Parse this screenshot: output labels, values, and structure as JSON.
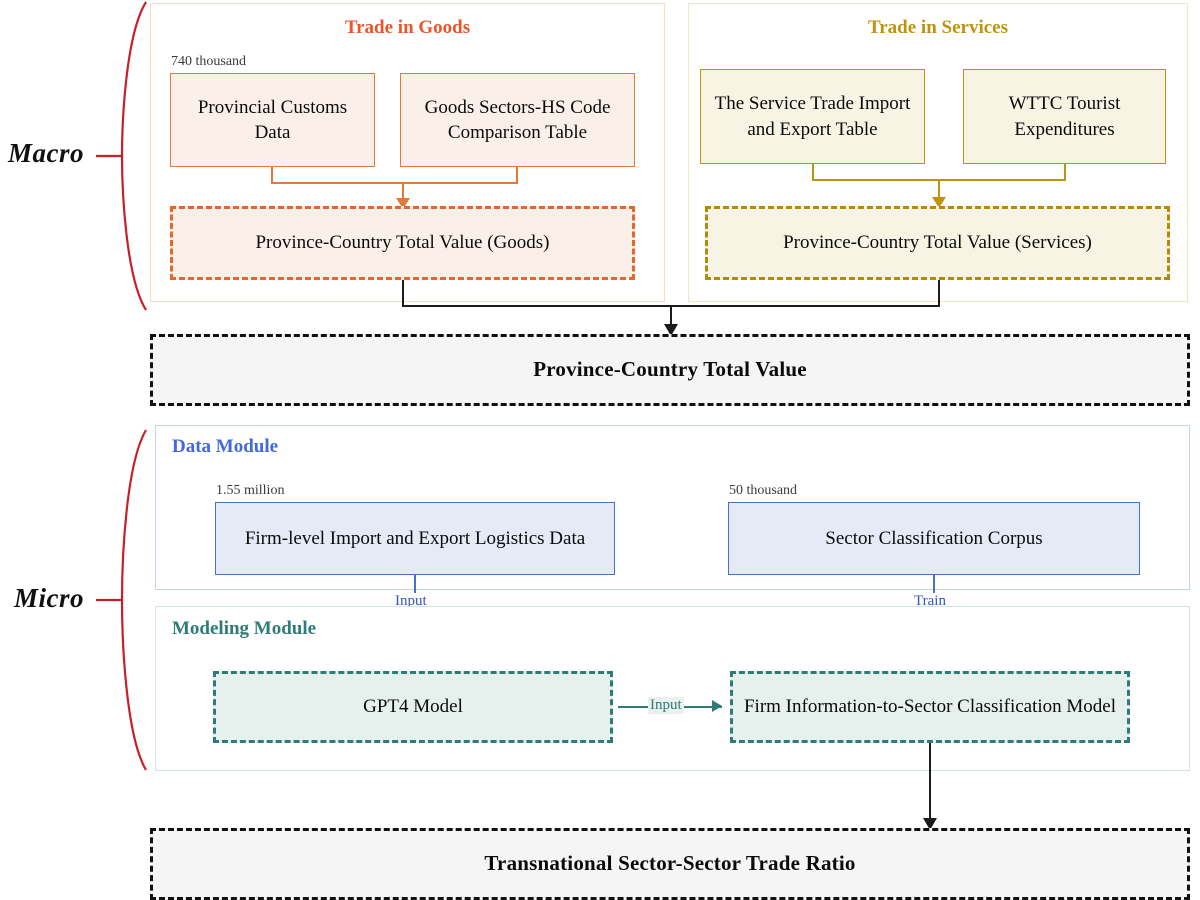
{
  "figure": {
    "tiers": [
      {
        "key": "macro",
        "label": "Macro"
      },
      {
        "key": "micro",
        "label": "Micro"
      }
    ]
  },
  "macro": {
    "goods": {
      "title": "Trade in Goods",
      "accent": "#E8562A",
      "note": "740 thousand",
      "sources": [
        {
          "label": "Provincial Customs Data"
        },
        {
          "label": "Goods Sectors-HS Code Comparison Table"
        }
      ],
      "output": "Province-Country Total Value (Goods)"
    },
    "services": {
      "title": "Trade in Services",
      "accent": "#BD9311",
      "sources": [
        {
          "label": "The Service Trade Import and Export Table"
        },
        {
          "label": "WTTC Tourist Expenditures"
        }
      ],
      "output": "Province-Country Total Value (Services)"
    },
    "merged_output": "Province-Country Total Value"
  },
  "micro": {
    "data_module": {
      "title": "Data Module",
      "accent": "#4169DC",
      "items": [
        {
          "note": "1.55 million",
          "label": "Firm-level Import and Export Logistics Data",
          "edge": "Input"
        },
        {
          "note": "50 thousand",
          "label": "Sector Classification Corpus",
          "edge": "Train"
        }
      ]
    },
    "modeling_module": {
      "title": "Modeling Module",
      "accent": "#2E7B78",
      "items": [
        {
          "label": "GPT4 Model"
        },
        {
          "label": "Firm Information-to-Sector Classification Model"
        }
      ],
      "internal_edge": "Input"
    },
    "final_output": "Transnational Sector-Sector Trade Ratio"
  },
  "colors": {
    "goods_border": "#E07B39",
    "goods_fill": "#FBF0E9",
    "services_border": "#BE9310",
    "services_fill": "#F7F4E4",
    "data_border": "#4472C4",
    "data_fill": "#E5EBF6",
    "model_border": "#2E7B78",
    "model_fill": "#E6F0ED",
    "neutral_border": "#111111",
    "neutral_fill": "#F5F5F5",
    "brace": "#C8202B"
  }
}
